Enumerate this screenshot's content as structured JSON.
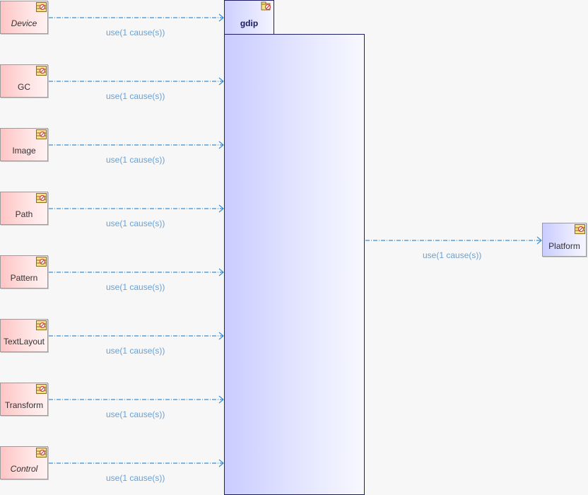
{
  "package": {
    "name": "gdip",
    "icon": "package-icon"
  },
  "classes": [
    {
      "label": "Device",
      "italic": true,
      "icon": "class-icon"
    },
    {
      "label": "GC",
      "italic": false,
      "icon": "class-icon"
    },
    {
      "label": "Image",
      "italic": false,
      "icon": "class-icon"
    },
    {
      "label": "Path",
      "italic": false,
      "icon": "class-icon"
    },
    {
      "label": "Pattern",
      "italic": false,
      "icon": "class-icon"
    },
    {
      "label": "TextLayout",
      "italic": false,
      "icon": "class-icon"
    },
    {
      "label": "Transform",
      "italic": false,
      "icon": "class-icon"
    },
    {
      "label": "Control",
      "italic": true,
      "icon": "class-icon"
    }
  ],
  "edge_labels": [
    "use(1 cause(s))",
    "use(1 cause(s))",
    "use(1 cause(s))",
    "use(1 cause(s))",
    "use(1 cause(s))",
    "use(1 cause(s))",
    "use(1 cause(s))",
    "use(1 cause(s))"
  ],
  "platform": {
    "label": "Platform",
    "edge_label": "use(1 cause(s))",
    "icon": "class-icon"
  },
  "colors": {
    "class_fill": "#ffc4c4",
    "package_fill": "#c9ccff",
    "package_border": "#1d1d6b",
    "edge": "#3a8fd6",
    "edge_label": "#6aa0d0"
  }
}
